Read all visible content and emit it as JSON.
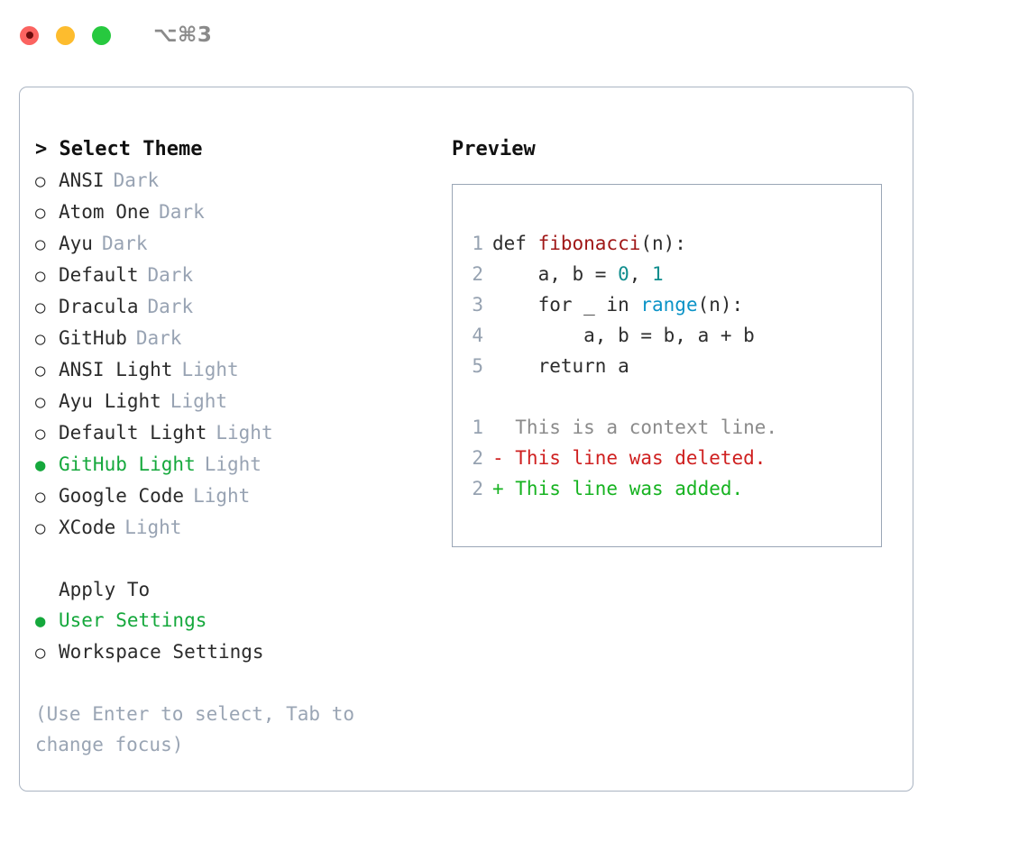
{
  "titlebar": {
    "shortcut": "⌥⌘3",
    "lights": [
      {
        "name": "close",
        "color": "#fb6360",
        "recording": true
      },
      {
        "name": "minimize",
        "color": "#fdbc2e",
        "recording": false
      },
      {
        "name": "maximize",
        "color": "#27c93f",
        "recording": false
      }
    ]
  },
  "left": {
    "caret": "> ",
    "title": "Select Theme",
    "themes": [
      {
        "marker": "○",
        "name": "ANSI",
        "tag": "Dark",
        "selected": false
      },
      {
        "marker": "○",
        "name": "Atom One",
        "tag": "Dark",
        "selected": false
      },
      {
        "marker": "○",
        "name": "Ayu",
        "tag": "Dark",
        "selected": false
      },
      {
        "marker": "○",
        "name": "Default",
        "tag": "Dark",
        "selected": false
      },
      {
        "marker": "○",
        "name": "Dracula",
        "tag": "Dark",
        "selected": false
      },
      {
        "marker": "○",
        "name": "GitHub",
        "tag": "Dark",
        "selected": false
      },
      {
        "marker": "○",
        "name": "ANSI Light",
        "tag": "Light",
        "selected": false
      },
      {
        "marker": "○",
        "name": "Ayu Light",
        "tag": "Light",
        "selected": false
      },
      {
        "marker": "○",
        "name": "Default Light",
        "tag": "Light",
        "selected": false
      },
      {
        "marker": "●",
        "name": "GitHub Light",
        "tag": "Light",
        "selected": true
      },
      {
        "marker": "○",
        "name": "Google Code",
        "tag": "Light",
        "selected": false
      },
      {
        "marker": "○",
        "name": "XCode",
        "tag": "Light",
        "selected": false
      }
    ],
    "apply_to_heading": "Apply To",
    "apply_options": [
      {
        "marker": "●",
        "name": "User Settings",
        "selected": true
      },
      {
        "marker": "○",
        "name": "Workspace Settings",
        "selected": false
      }
    ],
    "hint": "(Use Enter to select, Tab to change focus)"
  },
  "right": {
    "title": "Preview",
    "code_lines": [
      {
        "num": "1",
        "tokens": [
          {
            "t": "def ",
            "c": "tok-kw"
          },
          {
            "t": "fibonacci",
            "c": "tok-fn"
          },
          {
            "t": "(n):",
            "c": "tok-plain"
          }
        ]
      },
      {
        "num": "2",
        "tokens": [
          {
            "t": "    a, b = ",
            "c": "tok-plain"
          },
          {
            "t": "0",
            "c": "tok-num"
          },
          {
            "t": ", ",
            "c": "tok-plain"
          },
          {
            "t": "1",
            "c": "tok-num"
          }
        ]
      },
      {
        "num": "3",
        "tokens": [
          {
            "t": "    for _ in ",
            "c": "tok-plain"
          },
          {
            "t": "range",
            "c": "tok-builtin"
          },
          {
            "t": "(n):",
            "c": "tok-plain"
          }
        ]
      },
      {
        "num": "4",
        "tokens": [
          {
            "t": "        a, b = b, a + b",
            "c": "tok-plain"
          }
        ]
      },
      {
        "num": "5",
        "tokens": [
          {
            "t": "    return a",
            "c": "tok-plain"
          }
        ]
      }
    ],
    "diff_lines": [
      {
        "num": "1",
        "text": "  This is a context line.",
        "kind": "diff-ctx"
      },
      {
        "num": "2",
        "text": "- This line was deleted.",
        "kind": "diff-del"
      },
      {
        "num": "2",
        "text": "+ This line was added.",
        "kind": "diff-add"
      }
    ]
  },
  "colors": {
    "accent_green": "#15a83c",
    "muted": "#98a3b3",
    "border": "#aab4c2",
    "code_function": "#a01717",
    "code_number": "#0f8d8d",
    "code_builtin": "#0b93c7",
    "diff_added": "#17b321",
    "diff_deleted": "#cf2020"
  }
}
